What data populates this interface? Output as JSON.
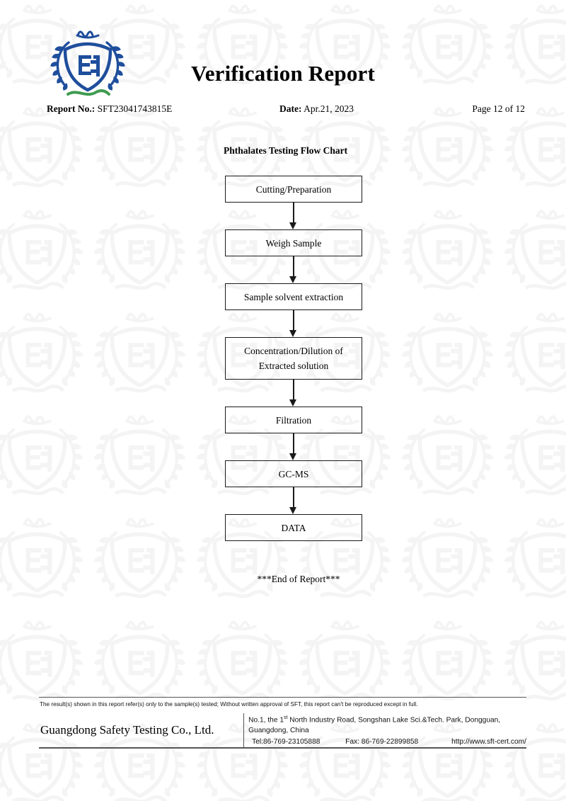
{
  "document": {
    "title": "Verification Report",
    "logo_alt": "sft-shield-laurel-logo"
  },
  "header": {
    "report_no_label": "Report No.:",
    "report_no_value": "SFT23041743815E",
    "date_label": "Date:",
    "date_value": "Apr.21, 2023",
    "page_indicator": "Page 12 of 12"
  },
  "flow_chart": {
    "title": "Phthalates Testing Flow Chart",
    "nodes": [
      {
        "lines": [
          "Cutting/Preparation"
        ]
      },
      {
        "lines": [
          "Weigh Sample"
        ]
      },
      {
        "lines": [
          "Sample solvent extraction"
        ]
      },
      {
        "lines": [
          "Concentration/Dilution of",
          "Extracted solution"
        ]
      },
      {
        "lines": [
          "Filtration"
        ]
      },
      {
        "lines": [
          "GC-MS"
        ]
      },
      {
        "lines": [
          "DATA"
        ]
      }
    ]
  },
  "end_of_report": "***End of Report***",
  "footer": {
    "disclaimer": "The result(s) shown in this report refer(s) only to the sample(s) tested; Without written approval of SFT, this report can't be reproduced except in full.",
    "company_name": "Guangdong Safety Testing Co., Ltd.",
    "address_line_1_pre": "No.1, the 1",
    "address_line_1_sup": "st",
    "address_line_1_post": " North Industry Road, Songshan Lake Sci.&Tech. Park, Dongguan,",
    "address_line_2": "Guangdong, China",
    "tel": "Tel:86-769-23105888",
    "fax": "Fax: 86-769-22899858",
    "website": "http://www.sft-cert.com/"
  },
  "colors": {
    "logo_blue": "#1f4e9c",
    "logo_green": "#3f9b50",
    "text": "#000000",
    "rule": "#555555",
    "watermark": "#f4f4f5"
  }
}
